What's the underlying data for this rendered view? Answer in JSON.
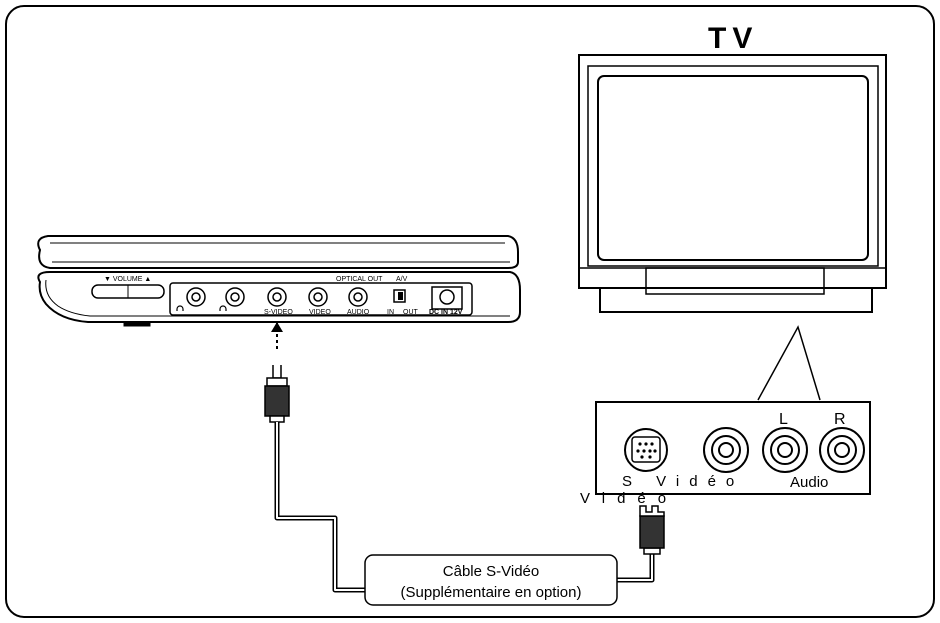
{
  "tv": {
    "label": "TV"
  },
  "player": {
    "volume_label": "▼ VOLUME ▲",
    "optical_out_label": "OPTICAL OUT",
    "av_label": "A/V",
    "ports": {
      "svideo": "S-VIDEO",
      "video": "VIDEO",
      "audio": "AUDIO",
      "in": "IN",
      "out": "OUT",
      "dc_in": "DC IN 12V"
    }
  },
  "tv_panel": {
    "svideo_label": "S Vidéo",
    "video_label": "Vidéo",
    "audio_label": "Audio",
    "left_label": "L",
    "right_label": "R"
  },
  "cable": {
    "line1": "Câble S-Vidéo",
    "line2": "(Supplémentaire en option)"
  }
}
